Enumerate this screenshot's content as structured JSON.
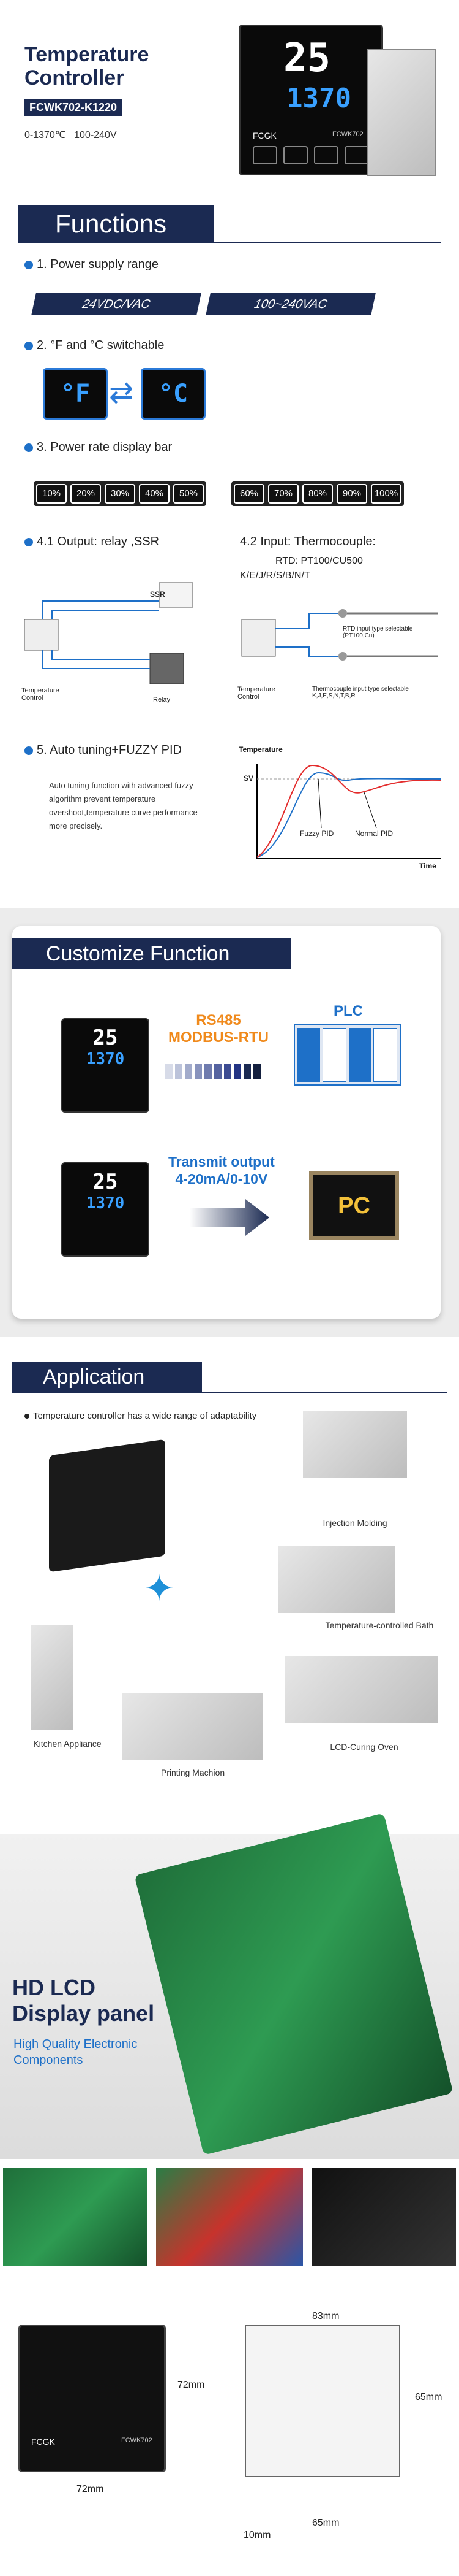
{
  "header": {
    "title": "Temperature\nController",
    "model": "FCWK702-K1220",
    "specs": "0-1370℃   100-240V",
    "device_pv": "25",
    "device_sv": "1370",
    "device_brand": "FCGK",
    "device_model": "FCWK702"
  },
  "functions": {
    "title": "Functions",
    "f1": "1. Power supply range",
    "ranges": [
      "24VDC/VAC",
      "100~240VAC"
    ],
    "f2": "2. °F and °C switchable",
    "f2_left": "°F",
    "f2_right": "°C",
    "f3": "3. Power rate display bar",
    "bars_left": [
      "10%",
      "20%",
      "30%",
      "40%",
      "50%"
    ],
    "bars_right": [
      "60%",
      "70%",
      "80%",
      "90%",
      "100%"
    ],
    "f41": "4.1 Output: relay ,SSR",
    "f42": "4.2 Input: Thermocouple:",
    "f42_rtd": "RTD: PT100/CU500",
    "f42_types": "K/E/J/R/S/B/N/T",
    "ssr": "SSR",
    "tc_left": "Temperature\nControl",
    "relay": "Relay",
    "tc_right": "Temperature\nControl",
    "rtd_sel": "RTD input type selectable\n(PT100,Cu)",
    "tc_sel": "Thermocouple input type selectable\nK,J,E,S,N,T,B,R",
    "f5": "5. Auto tuning+FUZZY PID",
    "f5_desc": "Auto tuning function with advanced fuzzy algorithm prevent temperature overshoot,temperature curve performance more precisely.",
    "graph_y": "Temperature",
    "graph_sv": "SV",
    "graph_time": "Time",
    "graph_fuzzy": "Fuzzy PID",
    "graph_normal": "Normal PID"
  },
  "customize": {
    "title": "Customize Function",
    "rs485": "RS485\nMODBUS-RTU",
    "plc": "PLC",
    "transmit": "Transmit output\n4-20mA/0-10V",
    "pc": "PC"
  },
  "application": {
    "title": "Application",
    "note": "Temperature controller has a wide range of adaptability",
    "items": [
      "Injection Molding",
      "Temperature-controlled Bath",
      "Kitchen Appliance",
      "LCD-Curing Oven",
      "Printing Machion"
    ]
  },
  "lcd": {
    "title": "HD LCD\nDisplay panel",
    "subtitle": "High Quality Electronic\nComponents"
  },
  "dims": {
    "front_w": "72mm",
    "front_h": "72mm",
    "side_w": "83mm",
    "side_h": "65mm",
    "side_bottom": "65mm",
    "side_depth": "10mm"
  },
  "colors": {
    "navy": "#1b2a52",
    "blue_accent": "#1e70c8",
    "orange": "#f08a1c"
  }
}
